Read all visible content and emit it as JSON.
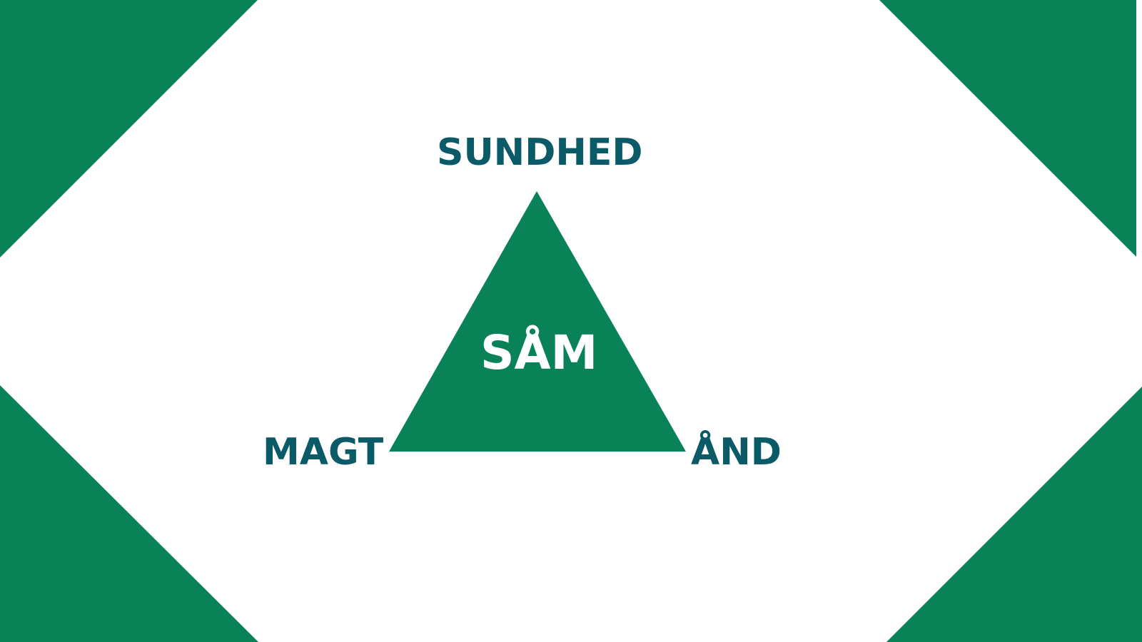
{
  "colors": {
    "brand_green": "#0a8257",
    "label_teal": "#0b5a68",
    "center_text": "#ffffff",
    "background": "#ffffff"
  },
  "diagram": {
    "center_label": "SÅM",
    "top_label": "SUNDHED",
    "left_label": "MAGT",
    "right_label": "ÅND"
  }
}
